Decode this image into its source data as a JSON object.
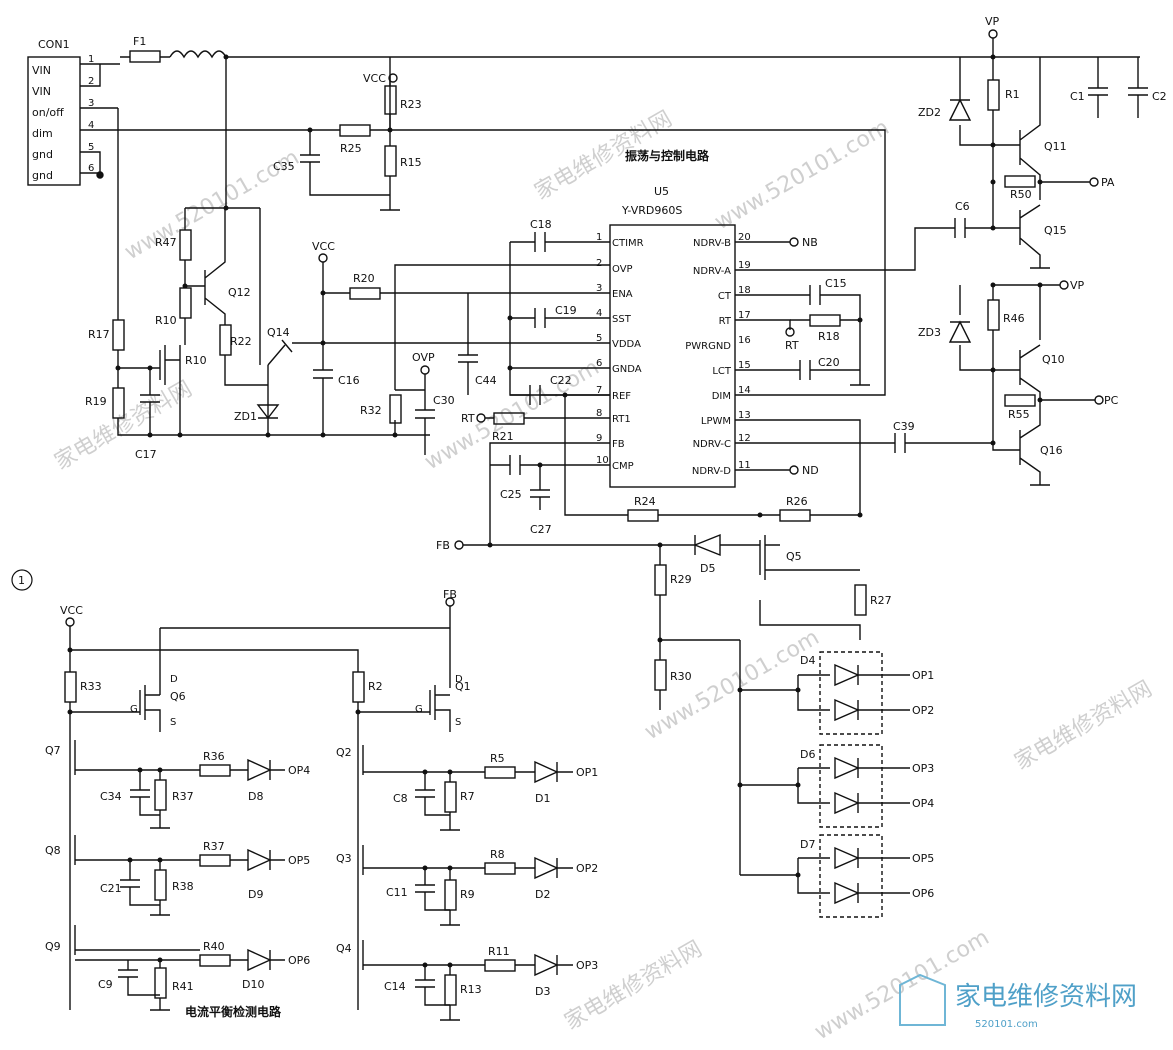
{
  "connector": {
    "name": "CON1",
    "pins": [
      {
        "num": "1",
        "label": "VIN"
      },
      {
        "num": "2",
        "label": "VIN"
      },
      {
        "num": "3",
        "label": "on/off"
      },
      {
        "num": "4",
        "label": "dim"
      },
      {
        "num": "5",
        "label": "gnd"
      },
      {
        "num": "6",
        "label": "gnd"
      }
    ]
  },
  "ic": {
    "ref": "U5",
    "part": "Y-VRD960S",
    "left_pins": [
      {
        "num": "1",
        "name": "CTIMR"
      },
      {
        "num": "2",
        "name": "OVP"
      },
      {
        "num": "3",
        "name": "ENA"
      },
      {
        "num": "4",
        "name": "SST"
      },
      {
        "num": "5",
        "name": "VDDA"
      },
      {
        "num": "6",
        "name": "GNDA"
      },
      {
        "num": "7",
        "name": "REF"
      },
      {
        "num": "8",
        "name": "RT1"
      },
      {
        "num": "9",
        "name": "FB"
      },
      {
        "num": "10",
        "name": "CMP"
      }
    ],
    "right_pins": [
      {
        "num": "20",
        "name": "NDRV-B"
      },
      {
        "num": "19",
        "name": "NDRV-A"
      },
      {
        "num": "18",
        "name": "CT"
      },
      {
        "num": "17",
        "name": "RT"
      },
      {
        "num": "16",
        "name": "PWRGND"
      },
      {
        "num": "15",
        "name": "LCT"
      },
      {
        "num": "14",
        "name": "DIM"
      },
      {
        "num": "13",
        "name": "LPWM"
      },
      {
        "num": "12",
        "name": "NDRV-C"
      },
      {
        "num": "11",
        "name": "NDRV-D"
      }
    ]
  },
  "section_titles": {
    "oscillator": "振荡与控制电路",
    "balance": "电流平衡检测电路"
  },
  "nets": {
    "vcc": "VCC",
    "vp": "VP",
    "ovp": "OVP",
    "rt": "RT",
    "fb": "FB",
    "pa": "PA",
    "pc": "PC",
    "nb": "NB",
    "nd": "ND",
    "op": [
      "OP1",
      "OP2",
      "OP3",
      "OP4",
      "OP5",
      "OP6"
    ]
  },
  "components": {
    "fuse": "F1",
    "resistors": [
      "R1",
      "R2",
      "R5",
      "R7",
      "R8",
      "R9",
      "R10",
      "R11",
      "R13",
      "R15",
      "R17",
      "R18",
      "R19",
      "R20",
      "R21",
      "R22",
      "R23",
      "R24",
      "R25",
      "R26",
      "R27",
      "R29",
      "R30",
      "R32",
      "R33",
      "R36",
      "R37",
      "R38",
      "R40",
      "R41",
      "R46",
      "R47",
      "R50",
      "R55"
    ],
    "capacitors": [
      "C1",
      "C2",
      "C6",
      "C8",
      "C9",
      "C11",
      "C14",
      "C15",
      "C16",
      "C17",
      "C18",
      "C19",
      "C20",
      "C21",
      "C22",
      "C25",
      "C27",
      "C30",
      "C34",
      "C35",
      "C39",
      "C44"
    ],
    "transistors": [
      "Q1",
      "Q2",
      "Q3",
      "Q4",
      "Q5",
      "Q6",
      "Q7",
      "Q8",
      "Q9",
      "Q10",
      "Q11",
      "Q12",
      "Q14",
      "Q15",
      "Q16"
    ],
    "diodes": [
      "D1",
      "D2",
      "D3",
      "D4",
      "D5",
      "D6",
      "D7",
      "D8",
      "D9",
      "D10",
      "ZD1",
      "ZD2",
      "ZD3"
    ]
  },
  "fet_pins": {
    "d": "D",
    "g": "G",
    "s": "S"
  },
  "page_marker": "1",
  "watermark": {
    "site": "www.520101.com",
    "brand": "家电维修资料网",
    "logo_url": "520101.com"
  }
}
